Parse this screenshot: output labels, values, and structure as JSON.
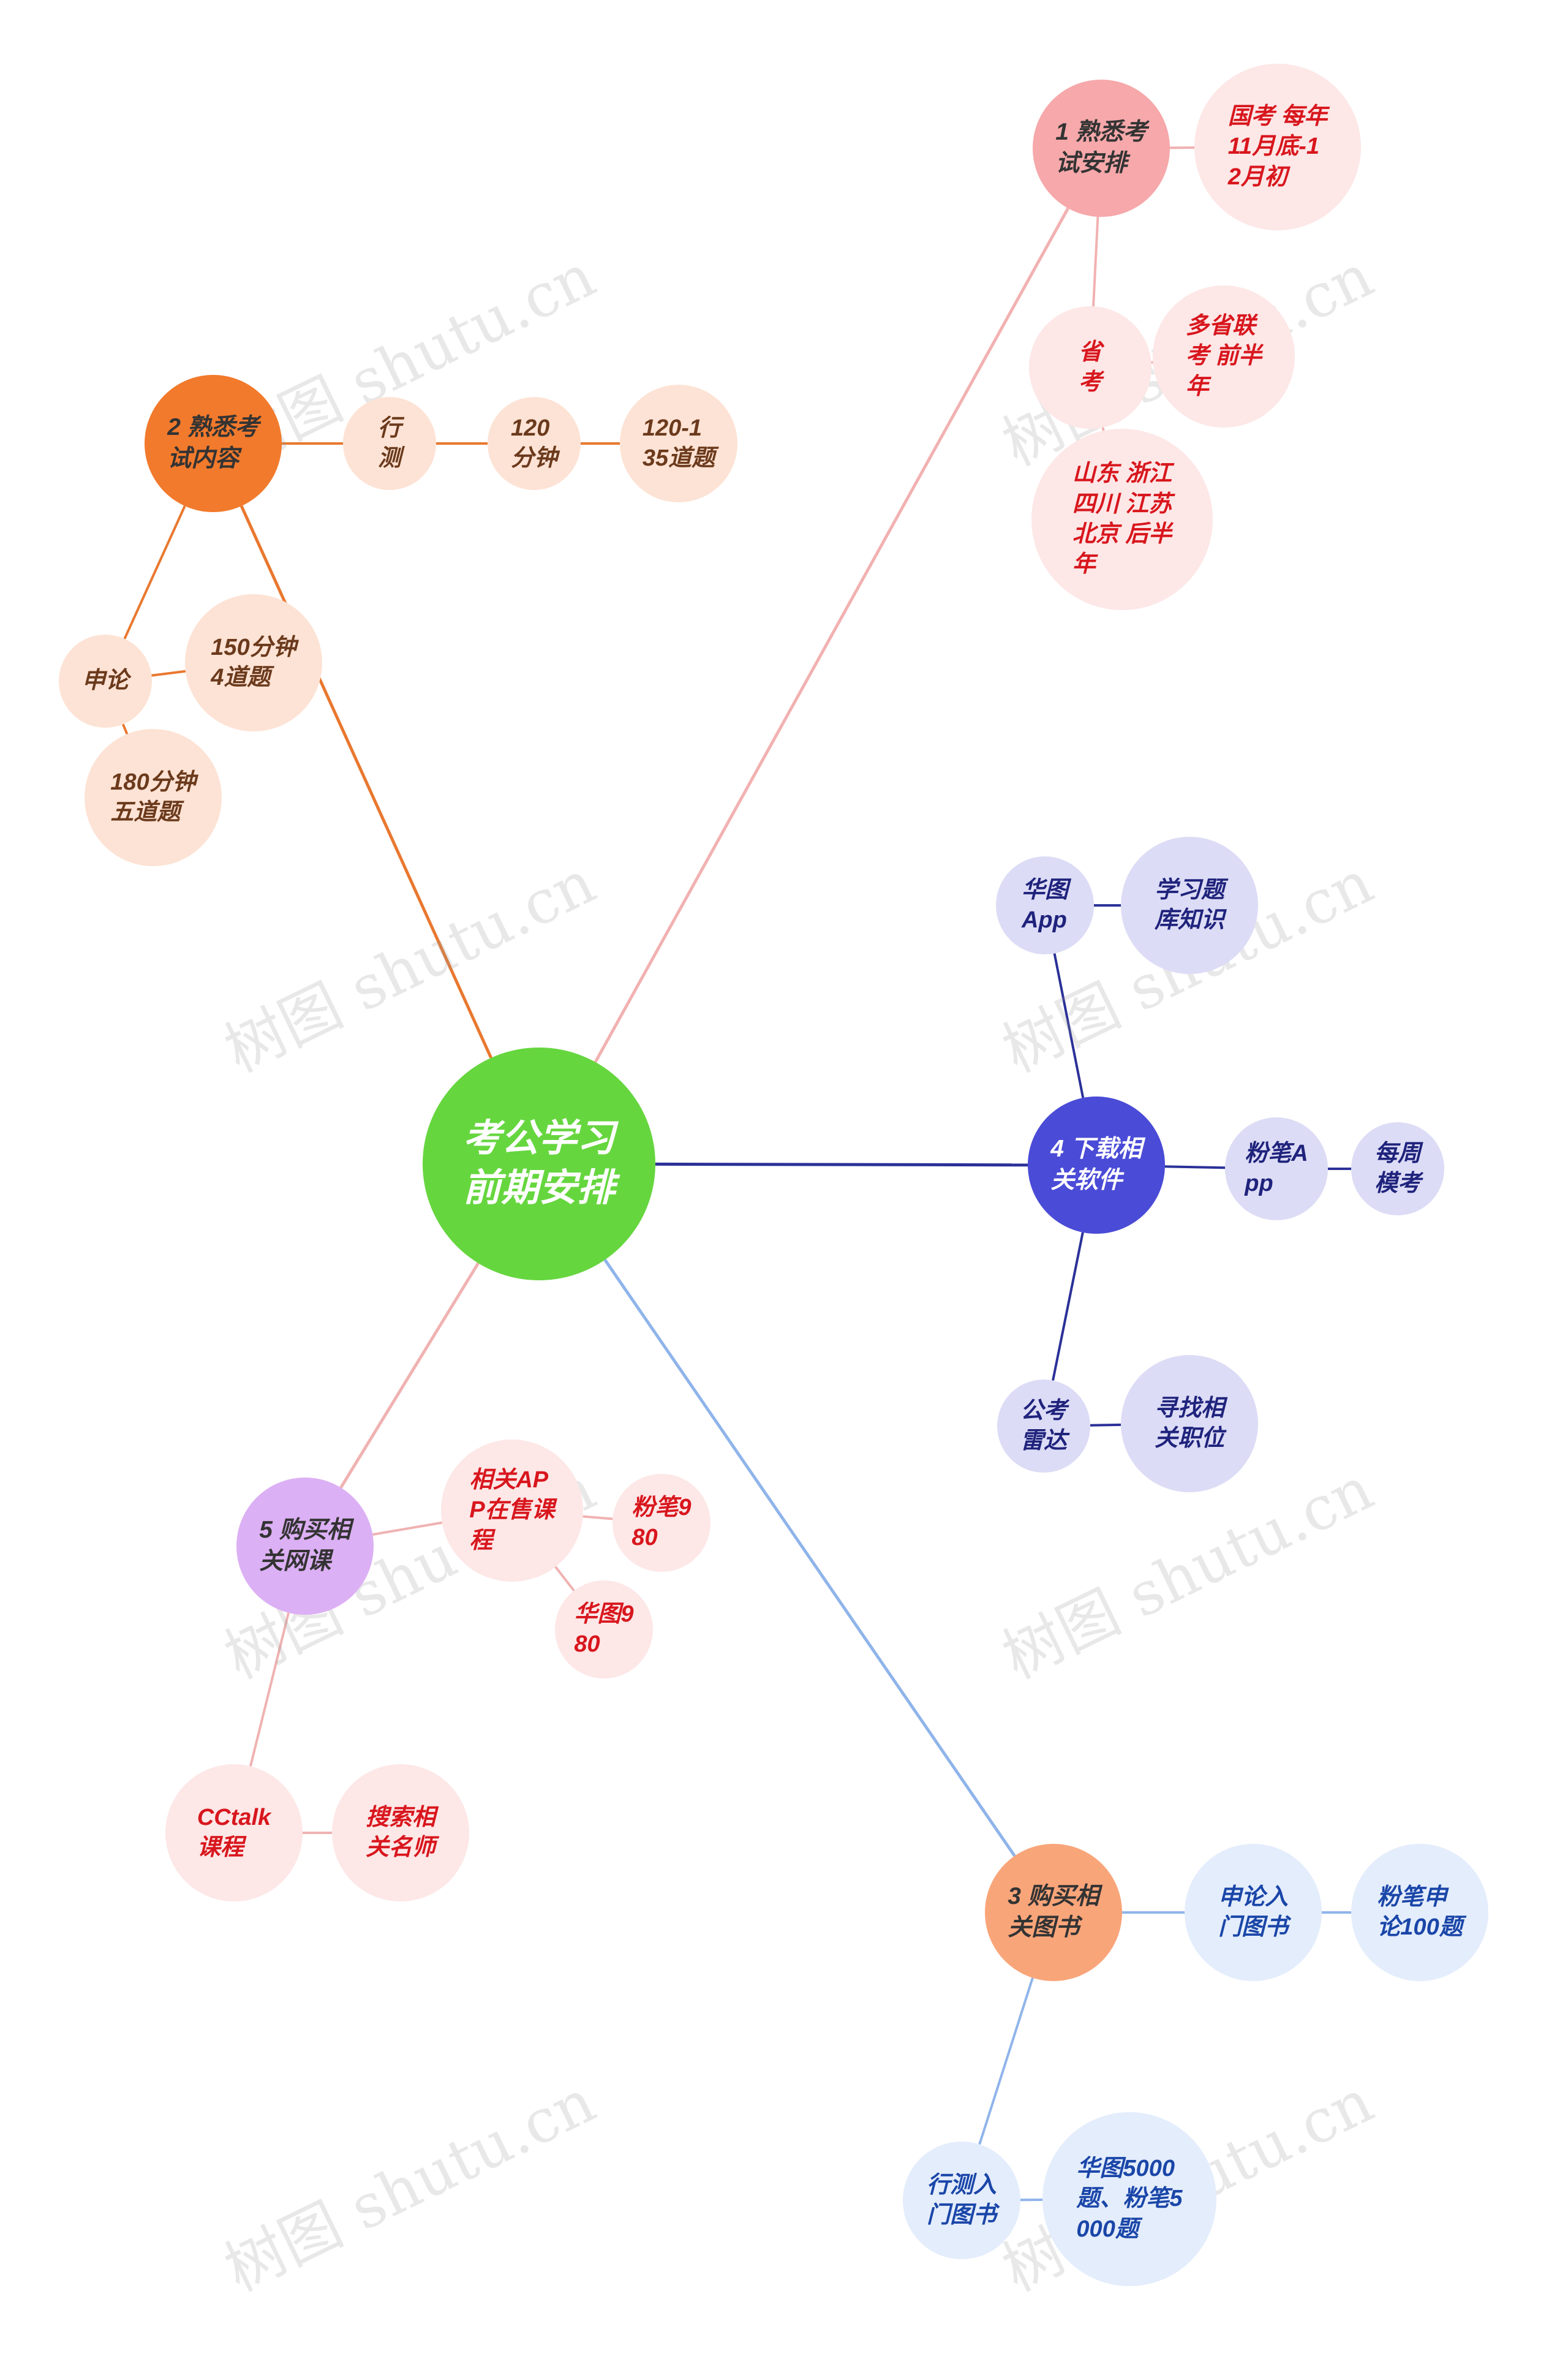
{
  "root": {
    "label": "考公学习\n前期安排",
    "color": "#66d63f"
  },
  "watermark": "树图 shutu.cn",
  "branches": {
    "b1": {
      "label": "1 熟悉考\n试安排",
      "color": "#f6a8aa",
      "line": "#f2b1b1",
      "text": "#333333"
    },
    "b2": {
      "label": "2 熟悉考\n试内容",
      "color": "#f27a2c",
      "line": "#e9782f",
      "text": "#333333"
    },
    "b3": {
      "label": "3 购买相\n关图书",
      "color": "#f9a57a",
      "line": "#8fb4ea",
      "text": "#333333"
    },
    "b4": {
      "label": "4 下载相\n关软件",
      "color": "#4a4bd6",
      "line": "#2b3198",
      "text": "#ffffff"
    },
    "b5": {
      "label": "5 购买相\n关网课",
      "color": "#dcb0f4",
      "line": "#f0b2b2",
      "text": "#333333"
    }
  },
  "nodes": {
    "n1a": "国考 每年\n11月底-1\n2月初",
    "n1b": "省\n考",
    "n1c": "多省联\n考 前半\n年",
    "n1d": "山东 浙江\n四川 江苏\n北京 后半\n年",
    "n2a": "行\n测",
    "n2b": "120\n分钟",
    "n2c": "120-1\n35道题",
    "n2d": "申论",
    "n2e": "150分钟\n4道题",
    "n2f": "180分钟\n五道题",
    "n3a": "申论入\n门图书",
    "n3b": "粉笔申\n论100题",
    "n3c": "行测入\n门图书",
    "n3d": "华图5000\n题、粉笔5\n000题",
    "n4a": "华图\nApp",
    "n4b": "学习题\n库知识",
    "n4c": "粉笔A\npp",
    "n4d": "每周\n模考",
    "n4e": "公考\n雷达",
    "n4f": "寻找相\n关职位",
    "n5a": "相关AP\nP在售课\n程",
    "n5b": "粉笔9\n80",
    "n5c": "华图9\n80",
    "n5d": "CCtalk\n课程",
    "n5e": "搜索相\n关名师"
  },
  "palette": {
    "b1_leaf_bg": "#fde7e7",
    "b1_leaf_text": "#d8161d",
    "b1_leaf_line": "#f2b1b1",
    "b2_leaf_bg": "#fde3d5",
    "b2_leaf_text": "#6b3a1c",
    "b2_leaf_line": "#e9782f",
    "b3_leaf_bg": "#e4edfc",
    "b3_leaf_text": "#1a46a8",
    "b3_leaf_line": "#8fb4ea",
    "b4_leaf_bg": "#dcdcf6",
    "b4_leaf_text": "#1f237c",
    "b4_leaf_line": "#2b3198",
    "b5_leaf_bg": "#fde7e7",
    "b5_leaf_text": "#d8161d",
    "b5_leaf_line": "#f0b2b2"
  }
}
